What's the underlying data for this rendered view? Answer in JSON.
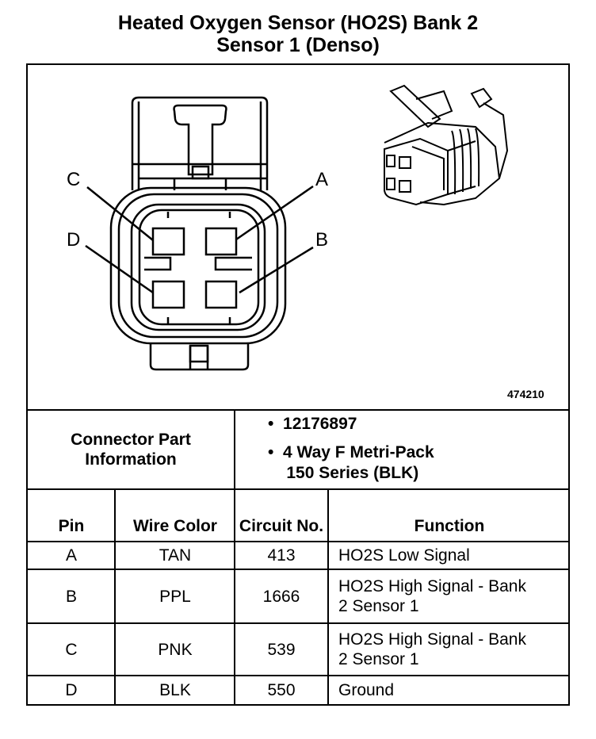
{
  "title_line1": "Heated Oxygen Sensor (HO2S) Bank 2",
  "title_line2": "Sensor 1 (Denso)",
  "figure_number": "474210",
  "pin_labels": {
    "a": "A",
    "b": "B",
    "c": "C",
    "d": "D"
  },
  "connector_info": {
    "label": "Connector Part Information",
    "items": [
      "12176897",
      "4 Way F Metri-Pack",
      "150 Series (BLK)"
    ],
    "bullet": "•"
  },
  "table": {
    "headers": {
      "pin": "Pin",
      "wire_color": "Wire Color",
      "circuit_no": "Circuit No.",
      "function": "Function"
    },
    "rows": [
      {
        "pin": "A",
        "wire_color": "TAN",
        "circuit": "413",
        "function": "HO2S Low Signal"
      },
      {
        "pin": "B",
        "wire_color": "PPL",
        "circuit": "1666",
        "function": "HO2S High Signal - Bank 2 Sensor 1"
      },
      {
        "pin": "C",
        "wire_color": "PNK",
        "circuit": "539",
        "function": "HO2S High Signal - Bank 2 Sensor 1"
      },
      {
        "pin": "D",
        "wire_color": "BLK",
        "circuit": "550",
        "function": "Ground"
      }
    ]
  }
}
